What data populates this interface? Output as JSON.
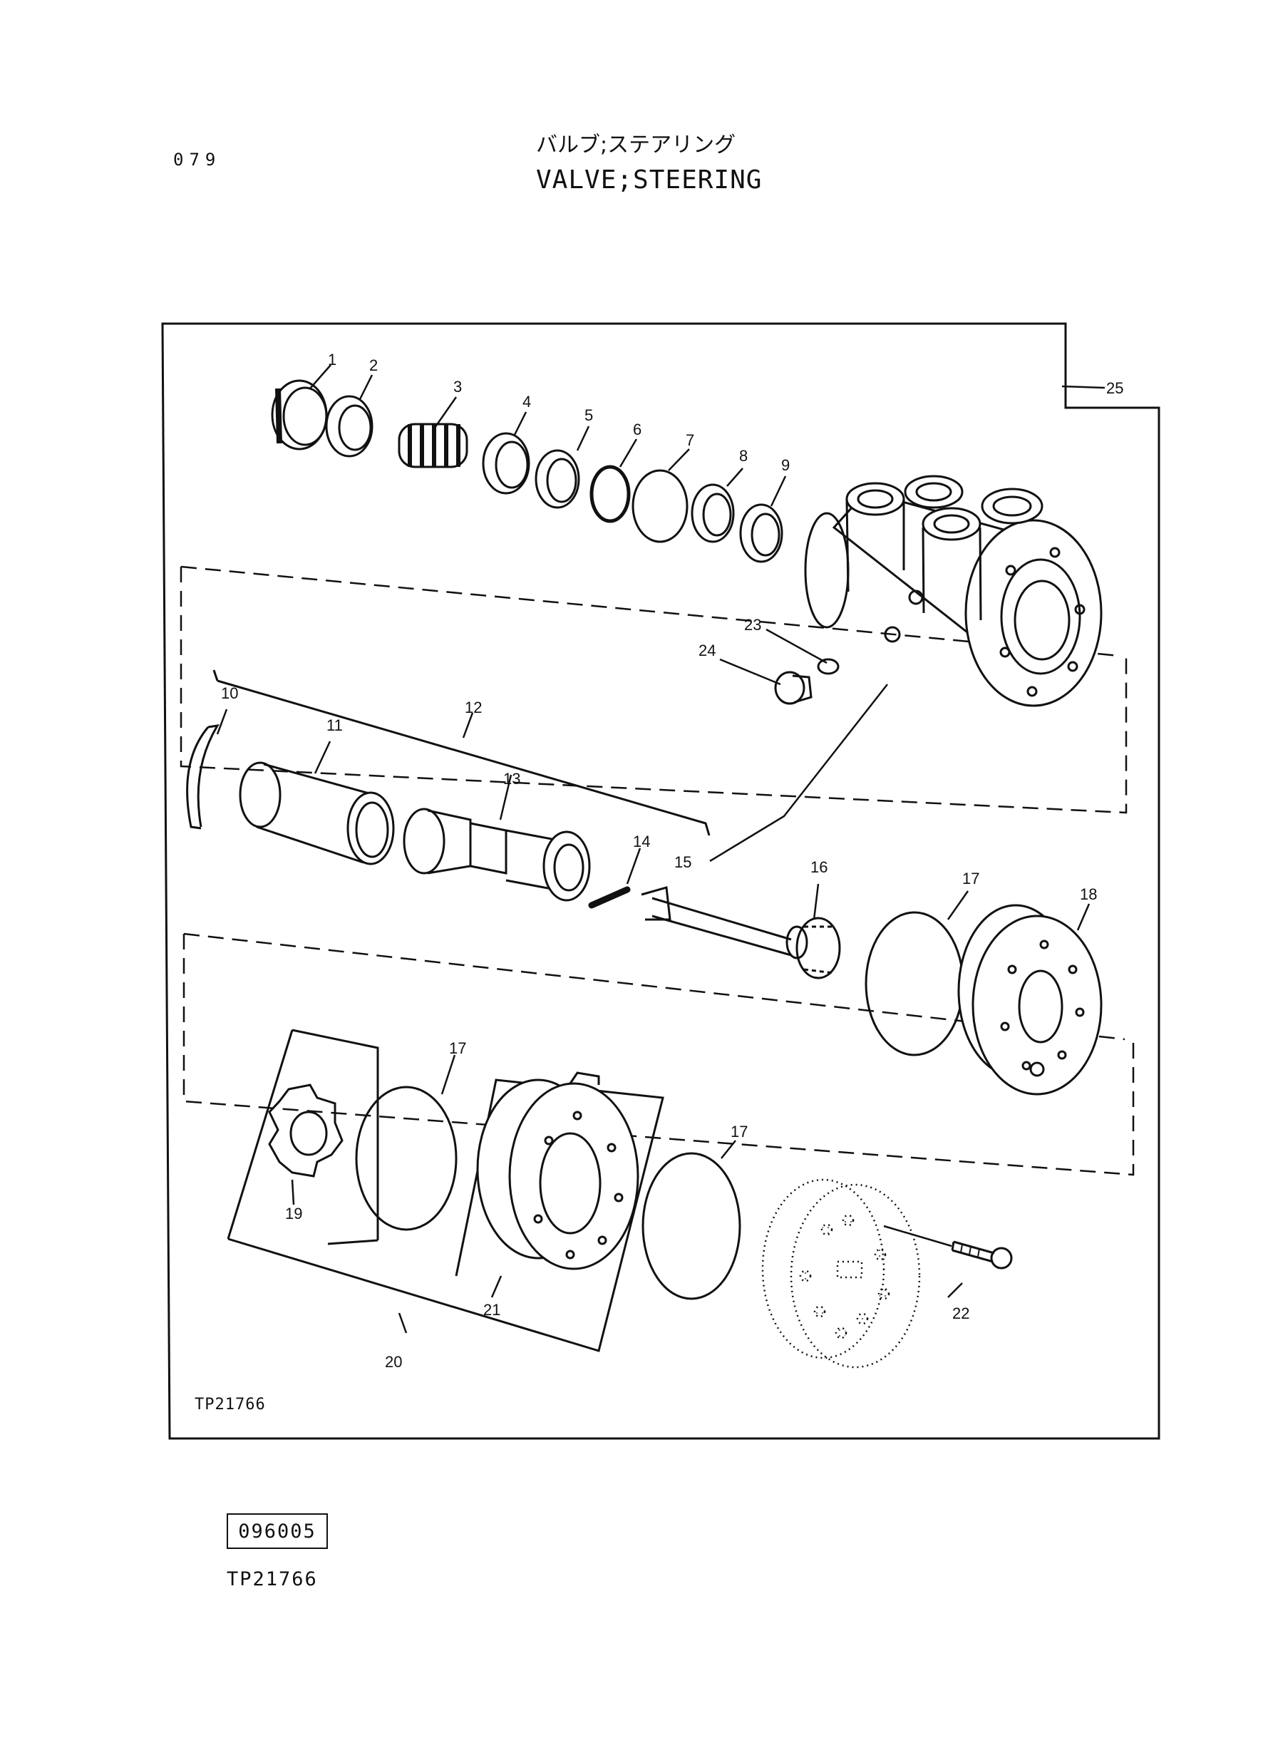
{
  "header": {
    "page_number": "079",
    "title_jp": "バルブ;ステアリング",
    "title_en": "VALVE;STEERING"
  },
  "diagram": {
    "figure_code": "TP21766",
    "callouts": [
      "1",
      "2",
      "3",
      "4",
      "5",
      "6",
      "7",
      "8",
      "9",
      "10",
      "11",
      "12",
      "13",
      "14",
      "15",
      "16",
      "17",
      "17",
      "17",
      "18",
      "19",
      "20",
      "21",
      "22",
      "23",
      "24",
      "25"
    ]
  },
  "footer": {
    "doc_code": "096005",
    "ref_code": "TP21766"
  }
}
